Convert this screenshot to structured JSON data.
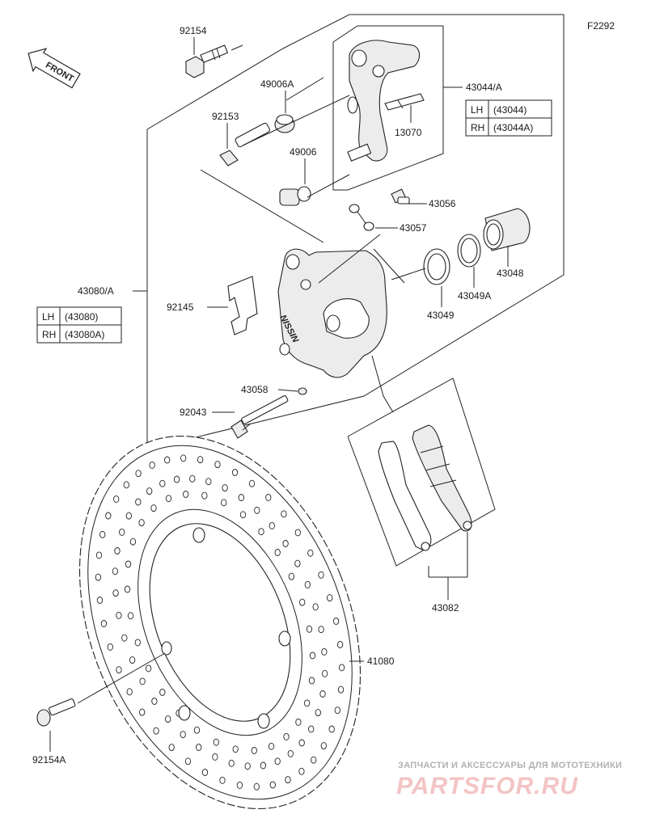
{
  "figure_code": "F2292",
  "front_label": "FRONT",
  "parts": {
    "p92154": "92154",
    "p49006A": "49006A",
    "p92153": "92153",
    "p49006": "49006",
    "p43044A": "43044/A",
    "p13070": "13070",
    "p43056": "43056",
    "p43057": "43057",
    "p43048": "43048",
    "p43049A": "43049A",
    "p43049": "43049",
    "p43080A": "43080/A",
    "p92145": "92145",
    "p43058": "43058",
    "p92043": "92043",
    "p43082": "43082",
    "p41080": "41080",
    "p92154A": "92154A"
  },
  "table_43044": [
    {
      "side": "LH",
      "part": "(43044)"
    },
    {
      "side": "RH",
      "part": "(43044A)"
    }
  ],
  "table_43080": [
    {
      "side": "LH",
      "part": "(43080)"
    },
    {
      "side": "RH",
      "part": "(43080A)"
    }
  ],
  "watermark": {
    "line1": "ЗАПЧАСТИ И АКСЕССУАРЫ ДЛЯ МОТОТЕХНИКИ",
    "line2": "PARTSFOR.RU"
  },
  "caliper_text": "NISSIN"
}
